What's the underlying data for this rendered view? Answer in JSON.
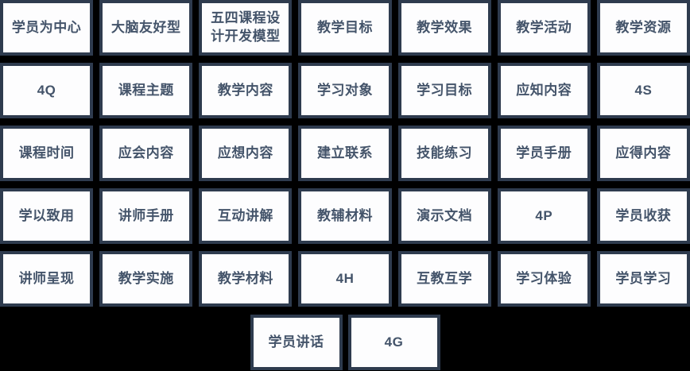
{
  "colors": {
    "background": "#000000",
    "card_bg": "#fdfdfe",
    "card_border": "#2e3b4e",
    "card_text": "#44546a"
  },
  "grid": {
    "rows": [
      [
        "学员为中心",
        "大脑友好型",
        "五四课程设计开发模型",
        "教学目标",
        "教学效果",
        "教学活动",
        "教学资源"
      ],
      [
        "4Q",
        "课程主题",
        "教学内容",
        "学习对象",
        "学习目标",
        "应知内容",
        "4S"
      ],
      [
        "课程时间",
        "应会内容",
        "应想内容",
        "建立联系",
        "技能练习",
        "学员手册",
        "应得内容"
      ],
      [
        "学以致用",
        "讲师手册",
        "互动讲解",
        "教辅材料",
        "演示文档",
        "4P",
        "学员收获"
      ],
      [
        "讲师呈现",
        "教学实施",
        "教学材料",
        "4H",
        "互教互学",
        "学习体验",
        "学员学习"
      ]
    ],
    "bottom_row": [
      "学员讲话",
      "4G"
    ]
  }
}
